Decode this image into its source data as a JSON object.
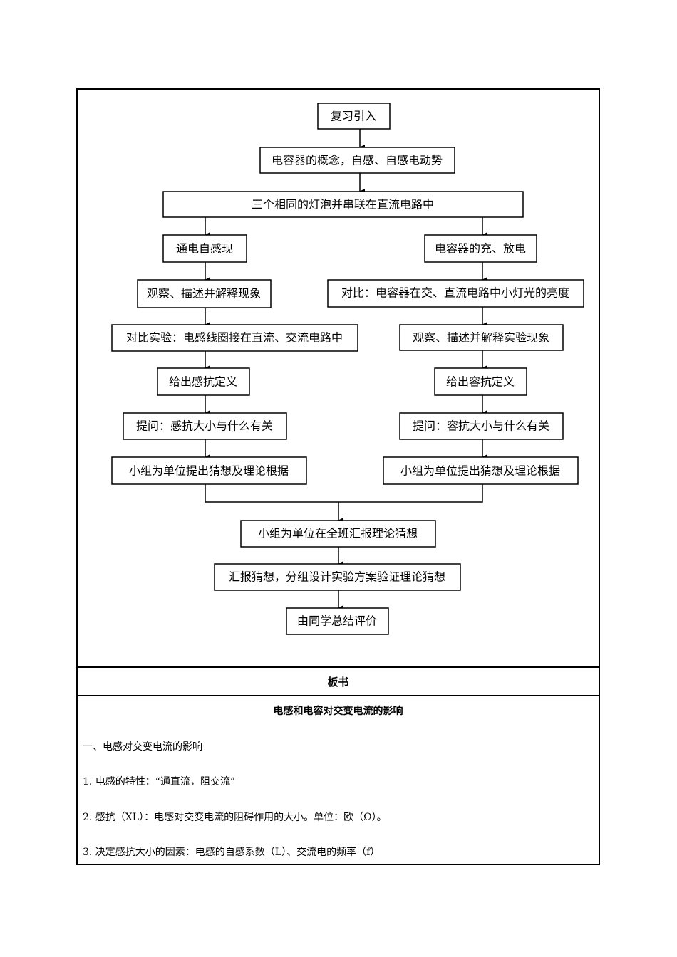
{
  "flowchart": {
    "nodes": {
      "review": "复习引入",
      "concepts": "电容器的概念，自感、自感电动势",
      "bulbs": "三个相同的灯泡并串联在直流电路中",
      "left1": "通电自感现",
      "left2": "观察、描述并解释现象",
      "left3": "对比实验：电感线圈接在直流、交流电路中",
      "left4": "给出感抗定义",
      "left5": "提问：感抗大小与什么有关",
      "left6": "小组为单位提出猜想及理论根据",
      "right1": "电容器的充、放电",
      "right2": "对比：电容器在交、直流电路中小灯光的亮度",
      "right3": "观察、描述并解释实验现象",
      "right4": "给出容抗定义",
      "right5": "提问：容抗大小与什么有关",
      "right6": "小组为单位提出猜想及理论根据",
      "report": "小组为单位在全班汇报理论猜想",
      "design": "汇报猜想，分组设计实验方案验证理论猜想",
      "evaluate": "由同学总结评价"
    }
  },
  "board": {
    "heading": "板书",
    "title": "电感和电容对交变电流的影响",
    "lines": [
      "一、电感对交变电流的影响",
      "1. 电感的特性：“通直流，阻交流”",
      "2. 感抗（XL）：电感对交变电流的阻碍作用的大小。单位：欧（Ω）。",
      "3. 决定感抗大小的因素：电感的自感系数（L）、交流电的频率（f）"
    ]
  }
}
